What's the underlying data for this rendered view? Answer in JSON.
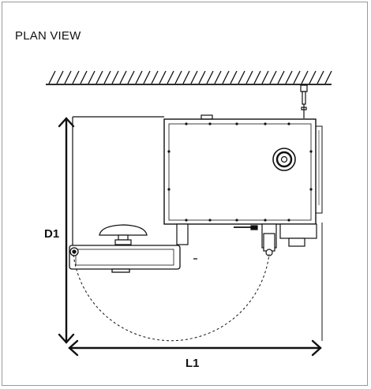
{
  "diagram": {
    "title": "PLAN VIEW",
    "dimension_depth_label": "D1",
    "dimension_length_label": "L1"
  },
  "colors": {
    "line": "#111111",
    "frame": "#9a9a9a"
  }
}
